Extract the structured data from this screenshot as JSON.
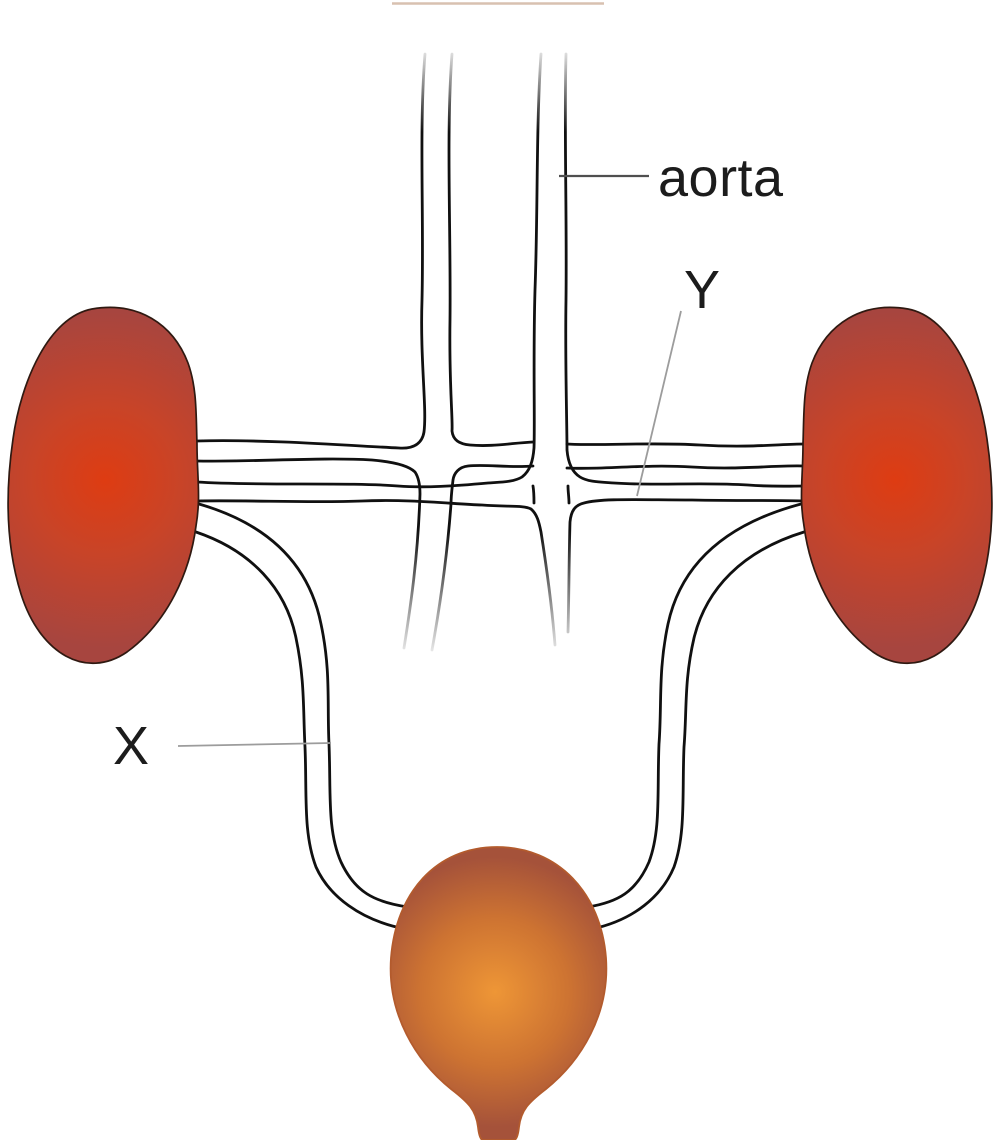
{
  "figure": {
    "type": "anatomical-diagram",
    "subject": "urinary system with kidneys, great vessels and bladder",
    "labels": {
      "aorta": "aorta",
      "y": "Y",
      "x": "X"
    },
    "colors": {
      "line": "#101010",
      "leader_dark": "#4f4f4f",
      "leader_light": "#9c9c9c",
      "label_text": "#1c1c1c",
      "kidney_center": "#de3c12",
      "kidney_mid": "#c84428",
      "kidney_outer": "#a7453f",
      "kidney_stroke": "#2f1911",
      "bladder_center": "#ee9636",
      "bladder_mid": "#cd7332",
      "bladder_outer": "#a5523a",
      "bladder_stroke": "#b35b2d",
      "top_crop_line": "#d8c1b0",
      "background": "#ffffff"
    }
  }
}
